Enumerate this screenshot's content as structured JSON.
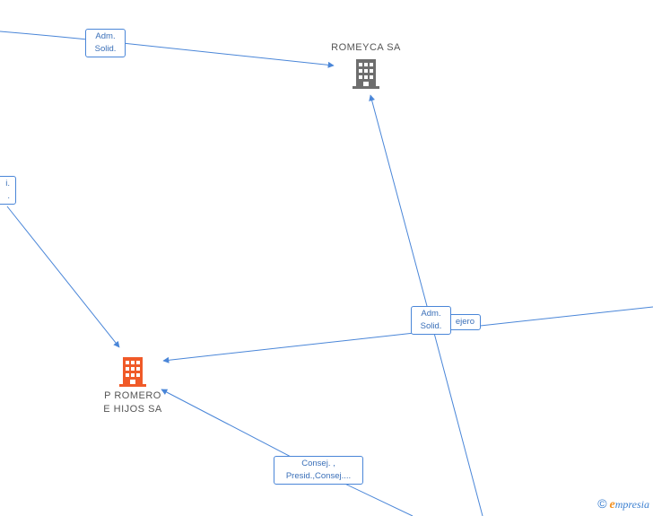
{
  "nodes": {
    "romeyca": {
      "name": "ROMEYCA SA",
      "color": "#6e6e6e"
    },
    "promero": {
      "name": "P ROMERO\nE HIJOS SA",
      "color": "#f05a28"
    }
  },
  "relations": {
    "adm_top": "Adm.\nSolid.",
    "left_cut": "i.\n.",
    "adm_mid": "Adm.\nSolid.",
    "consejero": "ejero",
    "consej": "Consej. ,\nPresid.,Consej...."
  },
  "colors": {
    "edge": "#4a86d8"
  },
  "brand": {
    "symbol": "©",
    "e": "e",
    "rest": "mpresia"
  }
}
